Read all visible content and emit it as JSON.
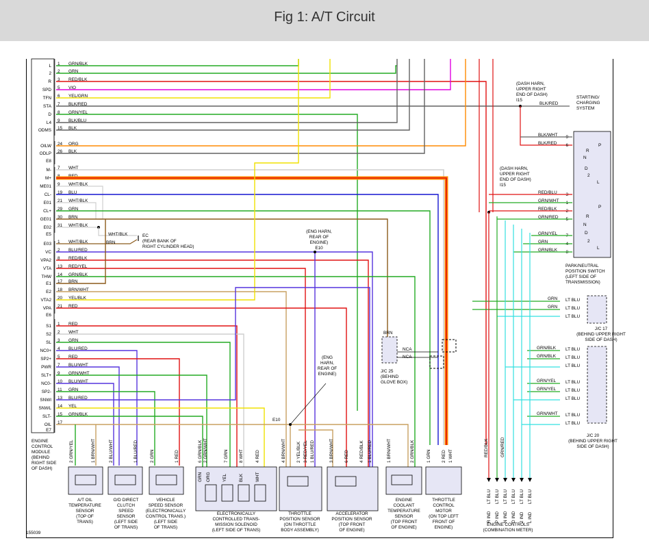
{
  "title": "Fig 1: A/T Circuit",
  "ecm_pins": [
    {
      "name": "L",
      "num": "1",
      "wire": "GRN/BLK",
      "color": "#00aa00"
    },
    {
      "name": "2",
      "num": "2",
      "wire": "GRN",
      "color": "#00aa00"
    },
    {
      "name": "R",
      "num": "3",
      "wire": "RED/BLK",
      "color": "#e00000"
    },
    {
      "name": "SPD",
      "num": "5",
      "wire": "VIO",
      "color": "#e000e0"
    },
    {
      "name": "TFN",
      "num": "6",
      "wire": "YEL/GRN",
      "color": "#f0e000"
    },
    {
      "name": "STA",
      "num": "7",
      "wire": "BLK/RED",
      "color": "#555555"
    },
    {
      "name": "D",
      "num": "8",
      "wire": "GRN/YEL",
      "color": "#00aa00"
    },
    {
      "name": "L4",
      "num": "9",
      "wire": "BLK/BLU",
      "color": "#555555"
    },
    {
      "name": "ODMS",
      "num": "15",
      "wire": "BLK",
      "color": "#555555"
    },
    {
      "name": "OILW",
      "num": "24",
      "wire": "ORG",
      "color": "#ff8800"
    },
    {
      "name": "ODLP",
      "num": "26",
      "wire": "BLK",
      "color": "#555555"
    },
    {
      "name": "E8",
      "num": "",
      "wire": "",
      "color": "#000"
    },
    {
      "name": "M-",
      "num": "7",
      "wire": "WHT",
      "color": "#bbbbbb"
    },
    {
      "name": "M+",
      "num": "8",
      "wire": "RED",
      "color": "#e00000"
    },
    {
      "name": "ME01",
      "num": "9",
      "wire": "WHT/BLK",
      "color": "#bbbbbb"
    },
    {
      "name": "CL-",
      "num": "19",
      "wire": "BLU",
      "color": "#0000dd"
    },
    {
      "name": "E01",
      "num": "21",
      "wire": "WHT/BLK",
      "color": "#bbbbbb"
    },
    {
      "name": "CL+",
      "num": "29",
      "wire": "GRN",
      "color": "#00aa00"
    },
    {
      "name": "GE01",
      "num": "30",
      "wire": "BRN",
      "color": "#8b5a00"
    },
    {
      "name": "E02",
      "num": "31",
      "wire": "WHT/BLK",
      "color": "#bbbbbb"
    },
    {
      "name": "E5",
      "num": "",
      "wire": "",
      "color": "#000"
    },
    {
      "name": "E03",
      "num": "1",
      "wire": "WHT/BLK",
      "color": "#bbbbbb"
    },
    {
      "name": "VC",
      "num": "2",
      "wire": "BLU/RED",
      "color": "#5a2de0"
    },
    {
      "name": "VPA2",
      "num": "8",
      "wire": "RED/BLK",
      "color": "#e00000"
    },
    {
      "name": "VTA",
      "num": "13",
      "wire": "RED/YEL",
      "color": "#e00000"
    },
    {
      "name": "THW",
      "num": "14",
      "wire": "GRN/BLK",
      "color": "#00aa00"
    },
    {
      "name": "E1",
      "num": "17",
      "wire": "BRN",
      "color": "#8b5a00"
    },
    {
      "name": "E2",
      "num": "18",
      "wire": "BRN/WHT",
      "color": "#c09050"
    },
    {
      "name": "VTA2",
      "num": "20",
      "wire": "YEL/BLK",
      "color": "#f0e000"
    },
    {
      "name": "VPA",
      "num": "21",
      "wire": "RED",
      "color": "#e00000"
    },
    {
      "name": "E6",
      "num": "",
      "wire": "",
      "color": "#000"
    },
    {
      "name": "S1",
      "num": "1",
      "wire": "RED",
      "color": "#e00000"
    },
    {
      "name": "S2",
      "num": "2",
      "wire": "WHT",
      "color": "#bbbbbb"
    },
    {
      "name": "SL",
      "num": "3",
      "wire": "GRN",
      "color": "#00aa00"
    },
    {
      "name": "NC0+",
      "num": "4",
      "wire": "BLU/RED",
      "color": "#5a2de0"
    },
    {
      "name": "SP2+",
      "num": "5",
      "wire": "RED",
      "color": "#e00000"
    },
    {
      "name": "PWR",
      "num": "7",
      "wire": "BLU/WHT",
      "color": "#5a2de0"
    },
    {
      "name": "SLT+",
      "num": "9",
      "wire": "GRN/WHT",
      "color": "#00aa00"
    },
    {
      "name": "NC0-",
      "num": "10",
      "wire": "BLU/WHT",
      "color": "#5a2de0"
    },
    {
      "name": "SP2-",
      "num": "11",
      "wire": "GRN",
      "color": "#00aa00"
    },
    {
      "name": "SNWI",
      "num": "13",
      "wire": "BLU/RED",
      "color": "#5a2de0"
    },
    {
      "name": "SNWL",
      "num": "14",
      "wire": "YEL",
      "color": "#f0e000"
    },
    {
      "name": "SLT-",
      "num": "15",
      "wire": "GRN/BLK",
      "color": "#00aa00"
    },
    {
      "name": "OIL",
      "num": "17",
      "wire": "",
      "color": "#8b5a00"
    },
    {
      "name": "E7",
      "num": "",
      "wire": "",
      "color": "#000"
    }
  ],
  "ecm_label": [
    "ENGINE",
    "CONTROL",
    "MODULE",
    "(BEHIND",
    "RIGHT SIDE",
    "OF DASH)"
  ],
  "labels": {
    "dash_harn_1": [
      "(DASH HARN,",
      "UPPER RIGHT",
      "END OF DASH)",
      "I15"
    ],
    "starting": [
      "STARTING/",
      "CHARGING",
      "SYSTEM"
    ],
    "blk_red": "BLK/RED",
    "dash_harn_2": [
      "(DASH HARN,",
      "UPPER RIGHT",
      "END OF DASH)",
      "I15"
    ],
    "ec": [
      "EC",
      "(REAR BANK OF",
      "RIGHT CYLINDER HEAD)"
    ],
    "eng_harn_1": [
      "(ENG HARN,",
      "REAR OF",
      "ENGINE)",
      "E10"
    ],
    "eng_harn_2": [
      "(ENG",
      "HARN,",
      "REAR OF",
      "ENGINE)"
    ],
    "e10": "E10",
    "pnp": [
      "PARK/NEUTRAL",
      "POSITION SWITCH",
      "(LEFT SIDE OF",
      "TRANSMISSION)"
    ],
    "jc17": [
      "J/C 17",
      "(BEHIND UPPER RIGHT",
      "SIDE OF DASH)"
    ],
    "jc20": [
      "J/C 20",
      "(BEHIND UPPER RIGHT",
      "SIDE OF DASH)"
    ],
    "jc25": [
      "J/C 25",
      "(BEHIND",
      "GLOVE BOX)"
    ],
    "nca": "NCA",
    "ref": "155039",
    "wht_blk": "WHT/BLK",
    "brn": "BRN"
  },
  "components": [
    {
      "name": [
        "A/T OIL",
        "TEMPERATURE",
        "SENSOR",
        "(TOP OF",
        "TRANS)"
      ]
    },
    {
      "name": [
        "O/D DIRECT",
        "CLUTCH",
        "SPEED",
        "SENSOR",
        "(LEFT SIDE",
        "OF TRANS)"
      ]
    },
    {
      "name": [
        "VEHICLE",
        "SPEED SENSOR",
        "(ELECTRONICALLY",
        "CONTROL TRANS.)",
        "(LEFT SIDE",
        "OF TRANS)"
      ]
    },
    {
      "name": [
        "ELECTRONICALLY",
        "CONTROLLED TRANS-",
        "MISSION SOLENOID",
        "(LEFT SIDE OF TRANS)"
      ]
    },
    {
      "name": [
        "THROTTLE",
        "POSITION SENSOR",
        "(ON THROTTLE",
        "BODY ASSEMBLY)"
      ]
    },
    {
      "name": [
        "ACCELERATOR",
        "POSITION SENSOR",
        "(TOP FRONT",
        "OF ENGINE)"
      ]
    },
    {
      "name": [
        "ENGINE",
        "COOLANT",
        "TEMPERATURE",
        "SENSOR",
        "(TOP FRONT",
        "OF ENGINE)"
      ]
    },
    {
      "name": [
        "THROTTLE",
        "CONTROL",
        "MOTOR",
        "(ON TOP LEFT",
        "FRONT OF",
        "ENGINE)"
      ]
    },
    {
      "name": [
        "ENGINE CONTROLS",
        "(COMBINATION METER)"
      ]
    }
  ],
  "comp_wires": {
    "ato": [
      "2 GRN/YEL",
      "1 BRN/WHT"
    ],
    "odc": [
      "2 BLU/WHT",
      "1 BLU/RED"
    ],
    "vss": [
      "2 GRN",
      "1 RED"
    ],
    "sol": [
      "6 GRN/BLK",
      "2 GRN/WHT",
      "7 GRN",
      "8 WHT",
      "4 RED"
    ],
    "sol_lower": [
      "GRN",
      "ORG",
      "YEL",
      "BLK",
      "WHT"
    ],
    "tps": [
      "4 BRN/WHT",
      "2 YEL/BLK",
      "3 RED/YEL",
      "1 BLU/RED"
    ],
    "aps": [
      "3 BRN/WHT",
      "6 RED",
      "4 RED/BLK",
      "1 BLU/RED"
    ],
    "ect": [
      "1 BRN/WHT",
      "2 GRN/BLK"
    ],
    "tcm": [
      "1 GRN",
      "2 RED",
      "1 WHT"
    ],
    "combo_top": [
      "RED/BLK",
      "GRN/RED"
    ],
    "combo": [
      "LT BLU",
      "LT BLU",
      "LT BLU",
      "LT BLU",
      "LT BLU",
      "LT BLU"
    ],
    "ind": [
      "R IND",
      "P IND",
      "N IND",
      "D IND",
      "2 IND",
      "L IND"
    ]
  },
  "pnp_wires": [
    {
      "wire": "BLK/WHT",
      "pin": "9"
    },
    {
      "wire": "BLK/RED",
      "pin": "6"
    },
    {
      "wire": "RED/BLU",
      "pin": "3"
    },
    {
      "wire": "GRN/WHT",
      "pin": "1"
    },
    {
      "wire": "RED/BLK",
      "pin": "2"
    },
    {
      "wire": "GRN/RED",
      "pin": "5"
    },
    {
      "wire": "GRN/YEL",
      "pin": "7"
    },
    {
      "wire": "GRN",
      "pin": "4"
    },
    {
      "wire": "GRN/BLK",
      "pin": "8"
    }
  ],
  "pnp_letters": [
    "P",
    "R",
    "N",
    "D",
    "2",
    "L",
    "P",
    "R",
    "N",
    "D",
    "2",
    "L"
  ],
  "jc17_wires": [
    "GRN",
    "GRN"
  ],
  "jc20_wires": [
    "GRN/BLK",
    "GRN/BLK",
    "GRN/YEL",
    "GRN/YEL",
    "GRN/WHT"
  ],
  "lt_blu": "LT BLU"
}
